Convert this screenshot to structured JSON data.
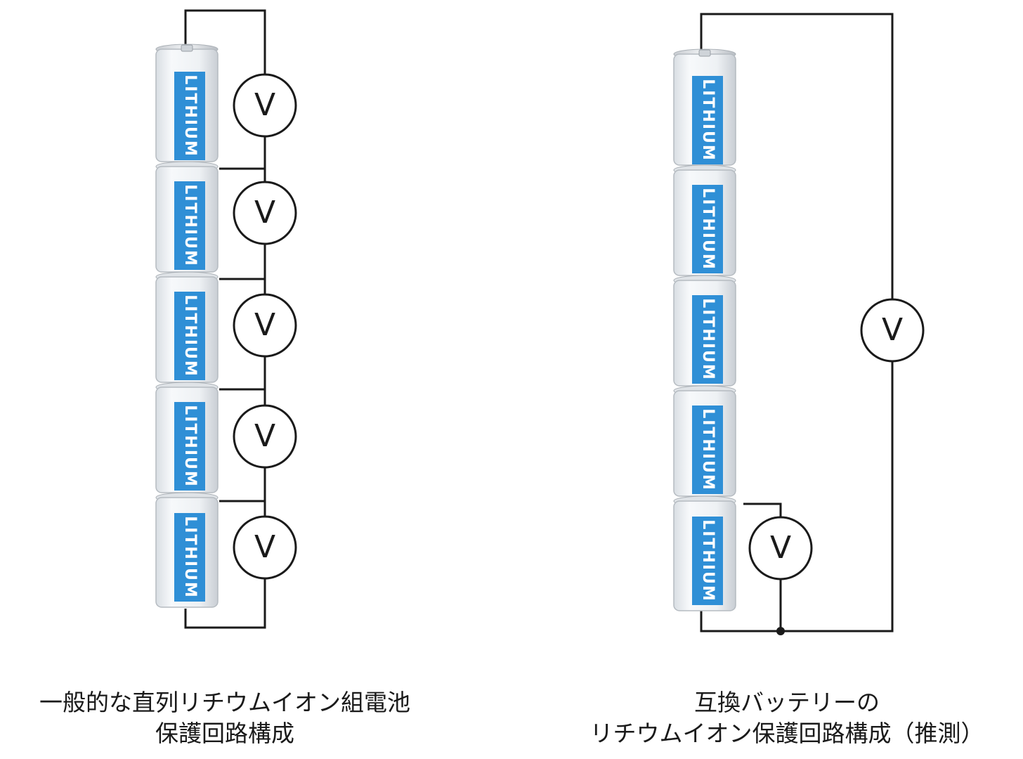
{
  "left_diagram": {
    "battery_labels": [
      "LITHIUM",
      "LITHIUM",
      "LITHIUM",
      "LITHIUM",
      "LITHIUM"
    ],
    "meter_labels": [
      "V",
      "V",
      "V",
      "V",
      "V"
    ],
    "caption_line1": "一般的な直列リチウムイオン組電池",
    "caption_line2": "保護回路構成"
  },
  "right_diagram": {
    "battery_labels": [
      "LITHIUM",
      "LITHIUM",
      "LITHIUM",
      "LITHIUM",
      "LITHIUM"
    ],
    "meter_labels": [
      "V",
      "V"
    ],
    "caption_line1": "互換バッテリーの",
    "caption_line2": "リチウムイオン保護回路構成（推測）"
  },
  "colors": {
    "label_blue": "#2f8fd6",
    "battery_body": "#eef1f4",
    "wire": "#1a1a1a"
  }
}
